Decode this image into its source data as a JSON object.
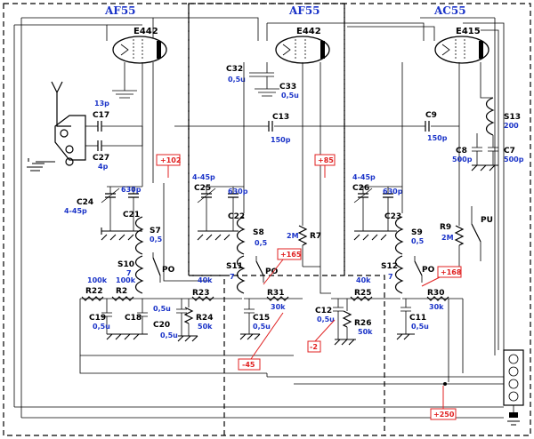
{
  "stages": [
    "AF55",
    "AF55",
    "AC55"
  ],
  "tubes": [
    "E442",
    "E442",
    "E415"
  ],
  "components": {
    "C17": {
      "name": "C17",
      "value": "13p"
    },
    "C27": {
      "name": "C27",
      "value": "4p"
    },
    "C24": {
      "name": "C24",
      "value": "4-45p"
    },
    "C21": {
      "name": "C21",
      "value": "630p"
    },
    "C32": {
      "name": "C32",
      "value": "0,5u"
    },
    "C33": {
      "name": "C33",
      "value": "0,5u"
    },
    "C13": {
      "name": "C13",
      "value": "150p"
    },
    "C25": {
      "name": "C25",
      "value": "4-45p"
    },
    "C22": {
      "name": "C22",
      "value": "630p"
    },
    "C9": {
      "name": "C9",
      "value": "150p"
    },
    "C8": {
      "name": "C8",
      "value": "500p"
    },
    "C7": {
      "name": "C7",
      "value": "500p"
    },
    "C26": {
      "name": "C26",
      "value": "4-45p"
    },
    "C23": {
      "name": "C23",
      "value": "630p"
    },
    "S13": {
      "name": "S13",
      "value": "200"
    },
    "S7": {
      "name": "S7",
      "value": "0,5"
    },
    "S8": {
      "name": "S8",
      "value": "0,5"
    },
    "S9": {
      "name": "S9",
      "value": "0,5"
    },
    "S10": {
      "name": "S10",
      "value": "7"
    },
    "S11": {
      "name": "S11",
      "value": "7"
    },
    "S12": {
      "name": "S12",
      "value": "7"
    },
    "R7": {
      "name": "R7",
      "value": "2M"
    },
    "R9": {
      "name": "R9",
      "value": "2M"
    },
    "R22": {
      "name": "R22",
      "value": "100k"
    },
    "R2": {
      "name": "R2",
      "value": "100k"
    },
    "R23": {
      "name": "R23",
      "value": "40k"
    },
    "R24": {
      "name": "R24",
      "value": "50k"
    },
    "R31": {
      "name": "R31",
      "value": "30k"
    },
    "R25": {
      "name": "R25",
      "value": "40k"
    },
    "R26": {
      "name": "R26",
      "value": "50k"
    },
    "R30": {
      "name": "R30",
      "value": "30k"
    },
    "C19": {
      "name": "C19",
      "value": "0,5u"
    },
    "C18": {
      "name": "C18",
      "value": "0,5u"
    },
    "C20": {
      "name": "C20",
      "value": "0,5u"
    },
    "C15": {
      "name": "C15",
      "value": "0,5u"
    },
    "C12": {
      "name": "C12",
      "value": "0,5u"
    },
    "C11": {
      "name": "C11",
      "value": "0,5u"
    }
  },
  "switch_labels": [
    "PO",
    "PO",
    "PO",
    "PU"
  ],
  "voltages": [
    "+102",
    "+85",
    "+165",
    "+168",
    "-45",
    "-2",
    "+250"
  ]
}
